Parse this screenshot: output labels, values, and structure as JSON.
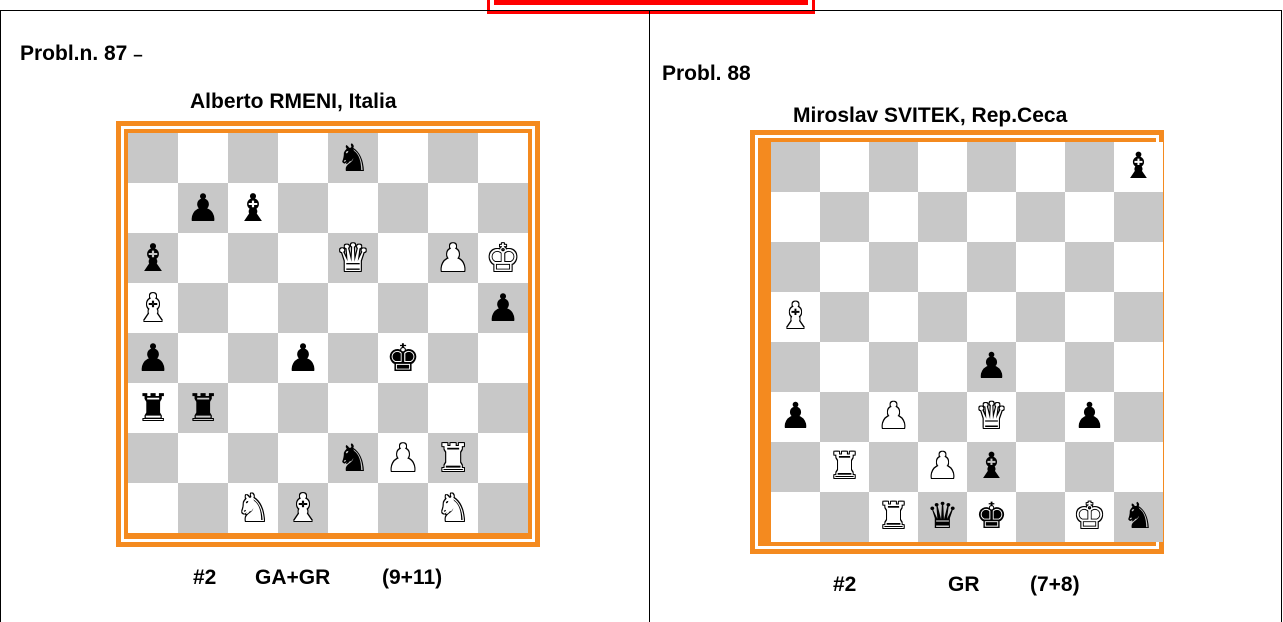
{
  "problems": [
    {
      "title": "Probl.n. 87",
      "title_dash": "–",
      "author": "Alberto RMENI, Italia",
      "stipulation": {
        "type": "#2",
        "themes": "GA+GR",
        "count": "(9+11)"
      },
      "pieces": [
        {
          "sq": "e8",
          "p": "n",
          "c": "b"
        },
        {
          "sq": "b7",
          "p": "p",
          "c": "b"
        },
        {
          "sq": "c7",
          "p": "b",
          "c": "b"
        },
        {
          "sq": "a6",
          "p": "b",
          "c": "b"
        },
        {
          "sq": "e6",
          "p": "q",
          "c": "w"
        },
        {
          "sq": "g6",
          "p": "p",
          "c": "w"
        },
        {
          "sq": "h6",
          "p": "k",
          "c": "w"
        },
        {
          "sq": "a5",
          "p": "b",
          "c": "w"
        },
        {
          "sq": "h5",
          "p": "p",
          "c": "b"
        },
        {
          "sq": "a4",
          "p": "p",
          "c": "b"
        },
        {
          "sq": "d4",
          "p": "p",
          "c": "b"
        },
        {
          "sq": "f4",
          "p": "k",
          "c": "b"
        },
        {
          "sq": "a3",
          "p": "r",
          "c": "b"
        },
        {
          "sq": "b3",
          "p": "r",
          "c": "b"
        },
        {
          "sq": "e2",
          "p": "n",
          "c": "b"
        },
        {
          "sq": "f2",
          "p": "p",
          "c": "w"
        },
        {
          "sq": "g2",
          "p": "r",
          "c": "w"
        },
        {
          "sq": "c1",
          "p": "n",
          "c": "w"
        },
        {
          "sq": "d1",
          "p": "b",
          "c": "w"
        },
        {
          "sq": "g1",
          "p": "n",
          "c": "w"
        }
      ]
    },
    {
      "title": "Probl. 88",
      "title_dash": "",
      "author": "Miroslav SVITEK, Rep.Ceca",
      "stipulation": {
        "type": "#2",
        "themes": "GR",
        "count": "(7+8)"
      },
      "pieces": [
        {
          "sq": "h8",
          "p": "b",
          "c": "b"
        },
        {
          "sq": "a5",
          "p": "b",
          "c": "w"
        },
        {
          "sq": "e4",
          "p": "p",
          "c": "b"
        },
        {
          "sq": "a3",
          "p": "p",
          "c": "b"
        },
        {
          "sq": "c3",
          "p": "p",
          "c": "w"
        },
        {
          "sq": "e3",
          "p": "q",
          "c": "w"
        },
        {
          "sq": "g3",
          "p": "p",
          "c": "b"
        },
        {
          "sq": "b2",
          "p": "r",
          "c": "w"
        },
        {
          "sq": "d2",
          "p": "p",
          "c": "w"
        },
        {
          "sq": "e2",
          "p": "b",
          "c": "b"
        },
        {
          "sq": "c1",
          "p": "r",
          "c": "w"
        },
        {
          "sq": "d1",
          "p": "q",
          "c": "b"
        },
        {
          "sq": "e1",
          "p": "k",
          "c": "b"
        },
        {
          "sq": "g1",
          "p": "k",
          "c": "w"
        },
        {
          "sq": "h1",
          "p": "n",
          "c": "b"
        }
      ]
    }
  ],
  "colors": {
    "frame": "#f48a1f",
    "dark_square": "#c8c8c8",
    "light_square": "#ffffff",
    "top_strip": "#ff0000"
  }
}
